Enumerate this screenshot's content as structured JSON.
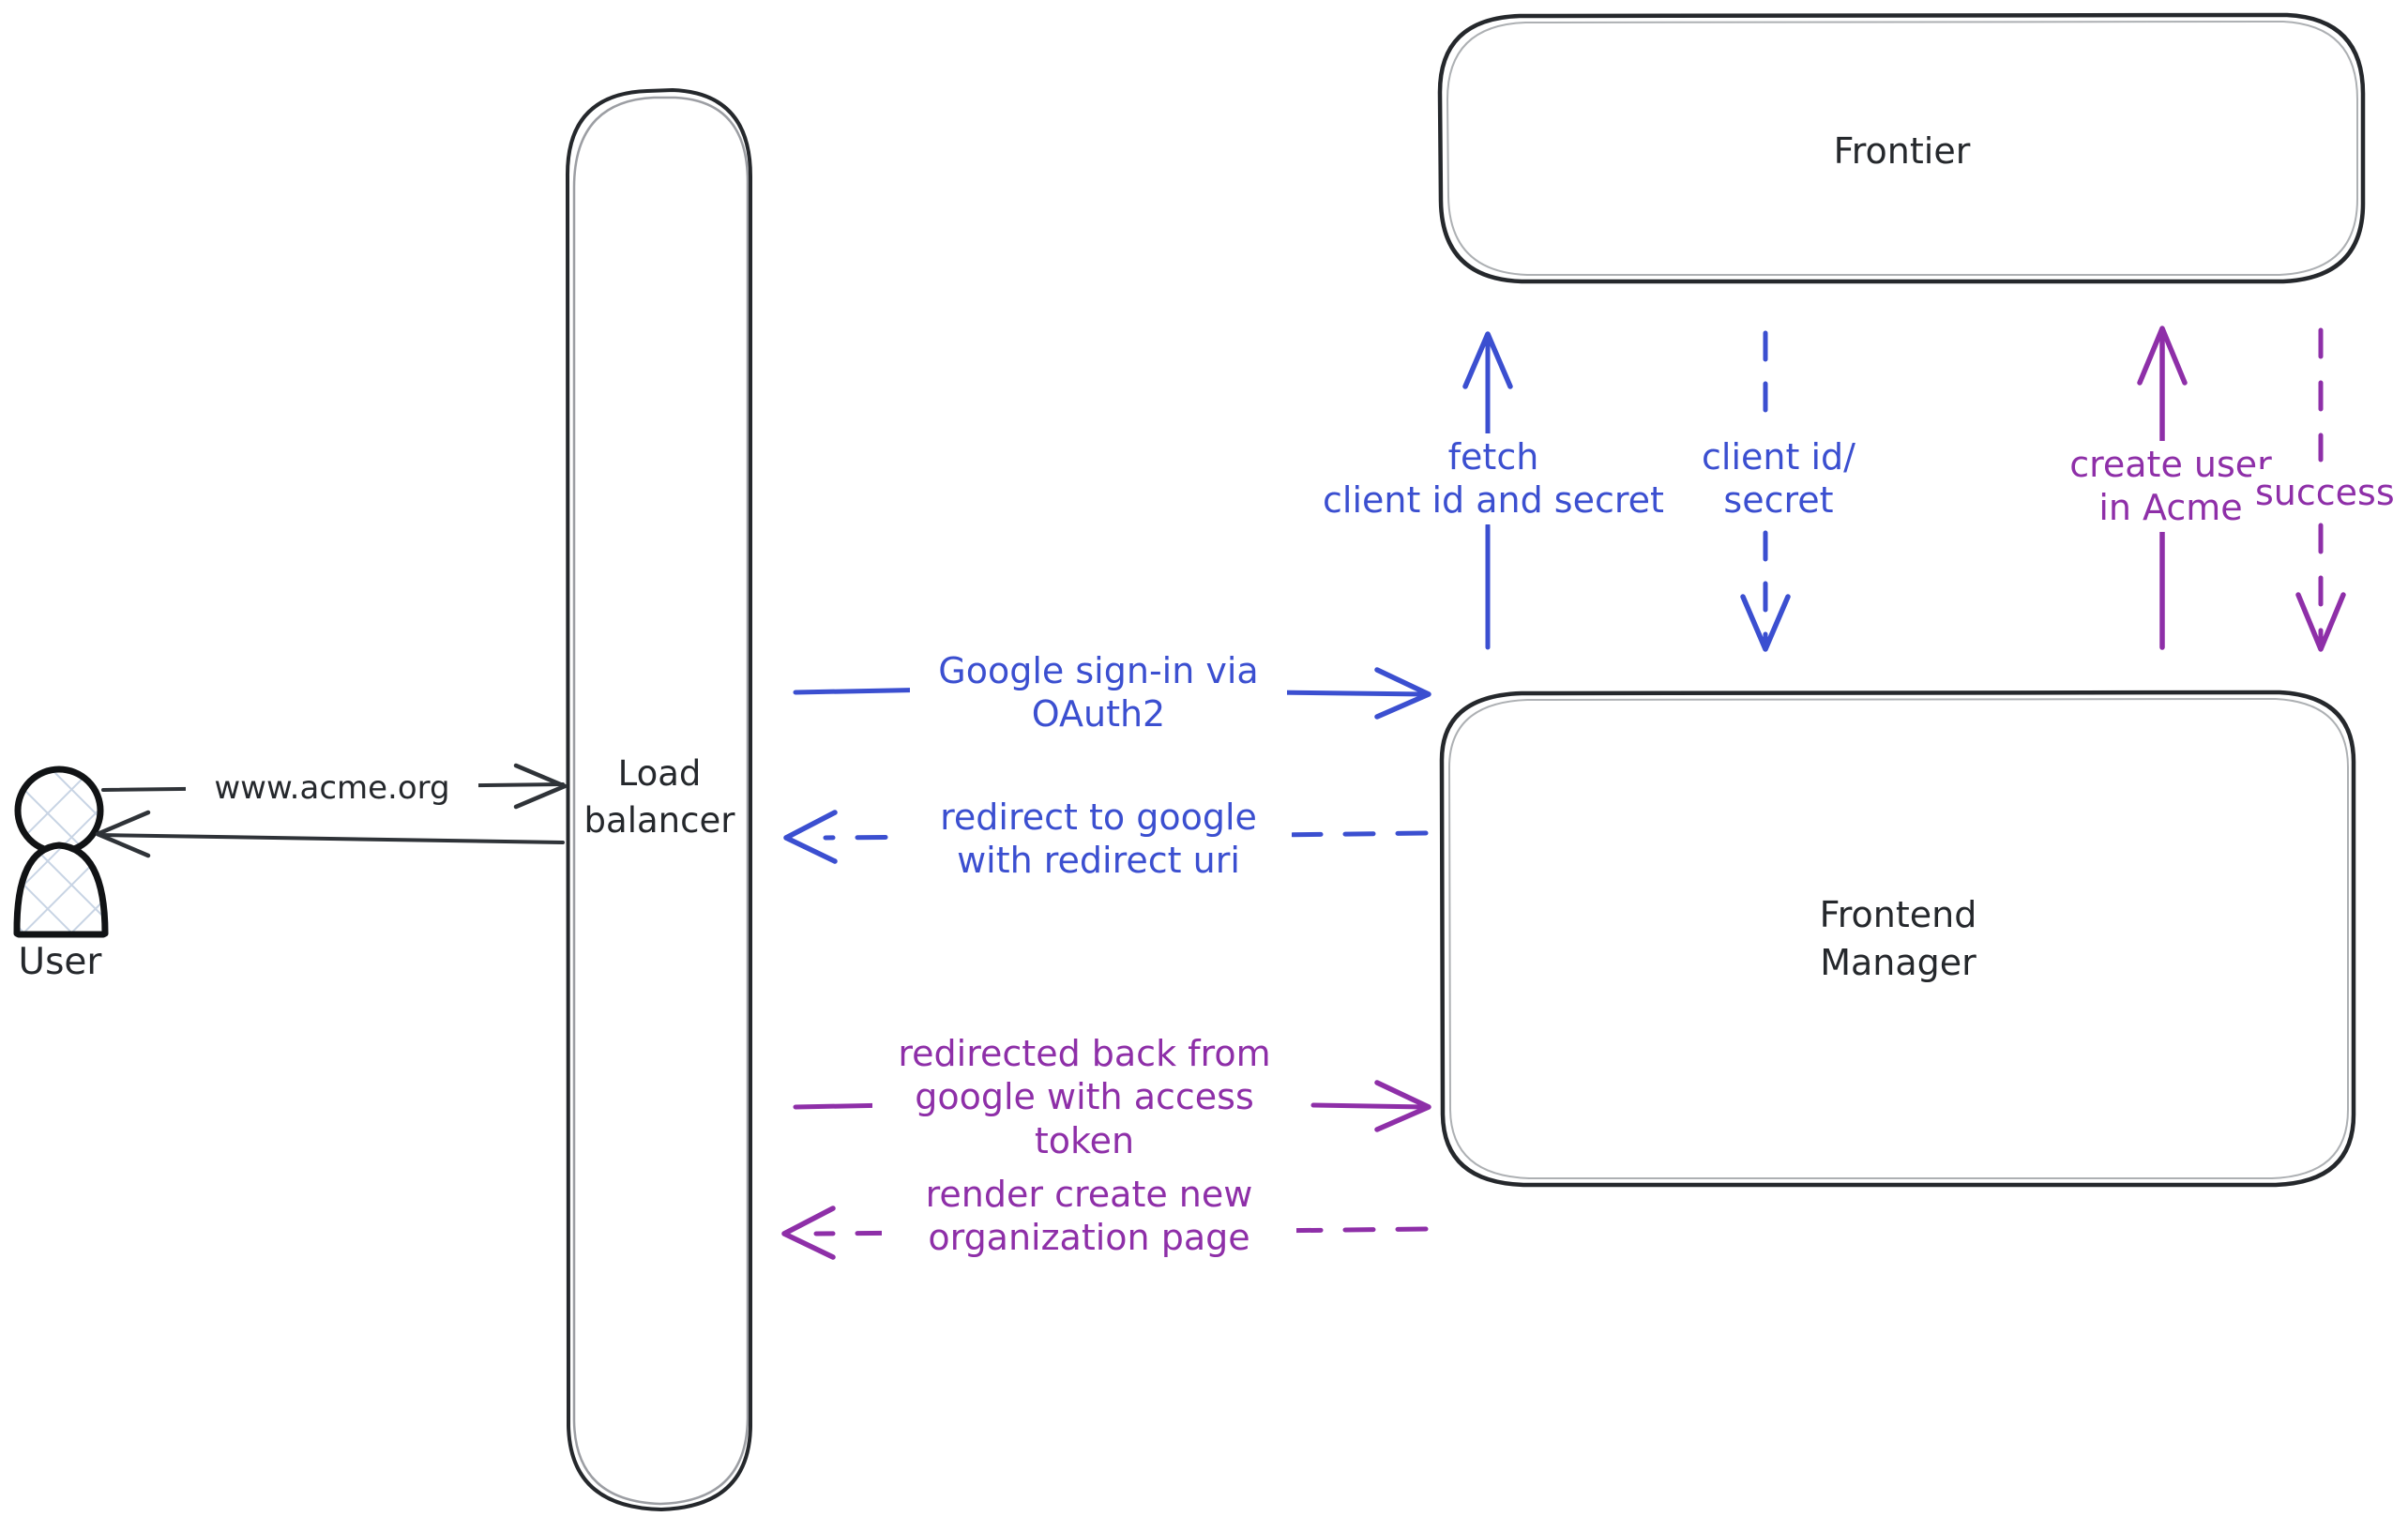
{
  "diagram": {
    "type": "architecture-sequence-diagram",
    "background": "#ffffff",
    "colors": {
      "stroke_dark": "#25282c",
      "blue": "#3b4fd0",
      "purple": "#8e2fa8",
      "hatch": "#c8d4e4"
    }
  },
  "actors": {
    "user": {
      "label": "User",
      "icon": "user-person-icon"
    }
  },
  "nodes": {
    "load_balancer": {
      "label": "Load\nbalancer"
    },
    "frontier": {
      "label": "Frontier"
    },
    "frontend_manager": {
      "label": "Frontend\nManager"
    }
  },
  "edges": {
    "user_to_lb": {
      "label": "www.acme.org",
      "color": "#25282c",
      "style": "solid",
      "direction": "right"
    },
    "lb_to_user": {
      "label": "",
      "color": "#25282c",
      "style": "solid",
      "direction": "left"
    },
    "lb_to_fm_signin": {
      "label": "Google sign-in via\nOAuth2",
      "color": "#3b4fd0",
      "style": "solid",
      "direction": "right"
    },
    "fm_to_lb_redirect": {
      "label": "redirect to google\nwith redirect uri",
      "color": "#3b4fd0",
      "style": "dashed",
      "direction": "left"
    },
    "lb_to_fm_token": {
      "label": "redirected back from\ngoogle with access\ntoken",
      "color": "#8e2fa8",
      "style": "solid",
      "direction": "right"
    },
    "fm_to_lb_render": {
      "label": "render create new\norganization page",
      "color": "#8e2fa8",
      "style": "dashed",
      "direction": "left"
    },
    "fm_to_frontier_fetch": {
      "label": "fetch\nclient id and secret",
      "color": "#3b4fd0",
      "style": "solid",
      "direction": "up"
    },
    "frontier_to_fm_creds": {
      "label": "client id/\nsecret",
      "color": "#3b4fd0",
      "style": "dashed",
      "direction": "down"
    },
    "fm_to_frontier_create": {
      "label": "create user\nin Acme",
      "color": "#8e2fa8",
      "style": "solid",
      "direction": "up"
    },
    "frontier_to_fm_success": {
      "label": "success",
      "color": "#8e2fa8",
      "style": "dashed",
      "direction": "down"
    }
  }
}
